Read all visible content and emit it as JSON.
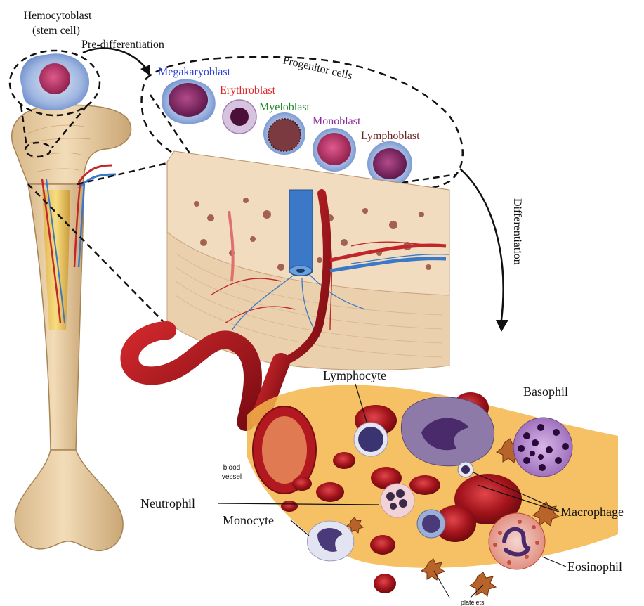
{
  "labels": {
    "stem_line1": "Hemocytoblast",
    "stem_line2": "(stem cell)",
    "pre_differentiation": "Pre-differentiation",
    "progenitor_cells": "Progenitor cells",
    "megakaryoblast": "Megakaryoblast",
    "erythroblast": "Erythroblast",
    "myeloblast": "Myeloblast",
    "monoblast": "Monoblast",
    "lymphoblast": "Lymphoblast",
    "differentiation": "Differentiation",
    "lymphocyte": "Lymphocyte",
    "basophil": "Basophil",
    "neutrophil": "Neutrophil",
    "macrophage": "Macrophage",
    "monocyte": "Monocyte",
    "eosinophil": "Eosinophil",
    "blood_vessel_line1": "blood",
    "blood_vessel_line2": "vessel",
    "platelets": "platelets"
  },
  "colors": {
    "megakaryoblast": "#2b3fd6",
    "erythroblast": "#e0262b",
    "myeloblast": "#1f8a2a",
    "monoblast": "#8a2a9a",
    "lymphoblast": "#6a2420",
    "text": "#111111",
    "bone": "#e9cfa6",
    "vessel_red": "#b0161b",
    "vessel_blue": "#3b78c8"
  }
}
